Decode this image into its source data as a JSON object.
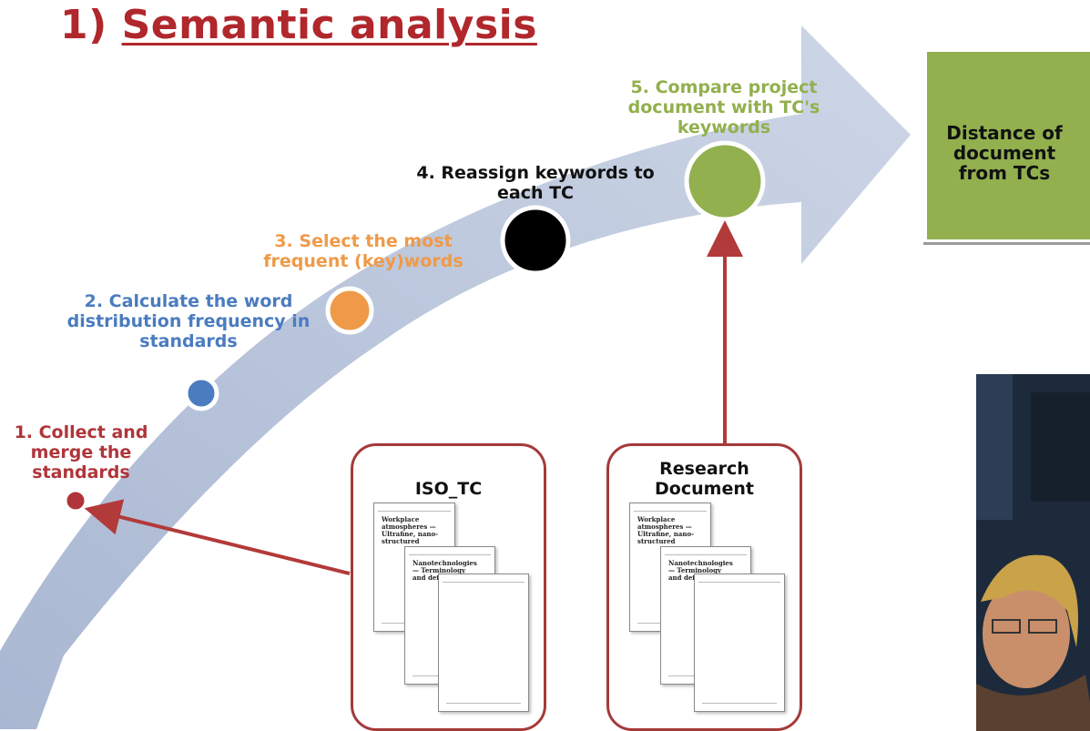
{
  "title": {
    "number": "1)",
    "text": "Semantic analysis"
  },
  "steps": [
    {
      "label": "1. Collect and merge the standards",
      "color": "#b0353a"
    },
    {
      "label": "2. Calculate the word distribution frequency in standards",
      "color": "#4a7cbf"
    },
    {
      "label": "3. Select the most frequent (key)words",
      "color": "#ef9a48"
    },
    {
      "label": "4. Reassign keywords to each TC",
      "color": "#111111"
    },
    {
      "label": "5. Compare project document with TC's keywords",
      "color": "#92b04e"
    }
  ],
  "boxes": {
    "iso": {
      "title": "ISO_TC"
    },
    "research": {
      "title": "Research Document"
    }
  },
  "result": {
    "text": "Distance of document from TCs",
    "color": "#92b04e"
  },
  "photo": {
    "description_icon": "person-photo"
  }
}
